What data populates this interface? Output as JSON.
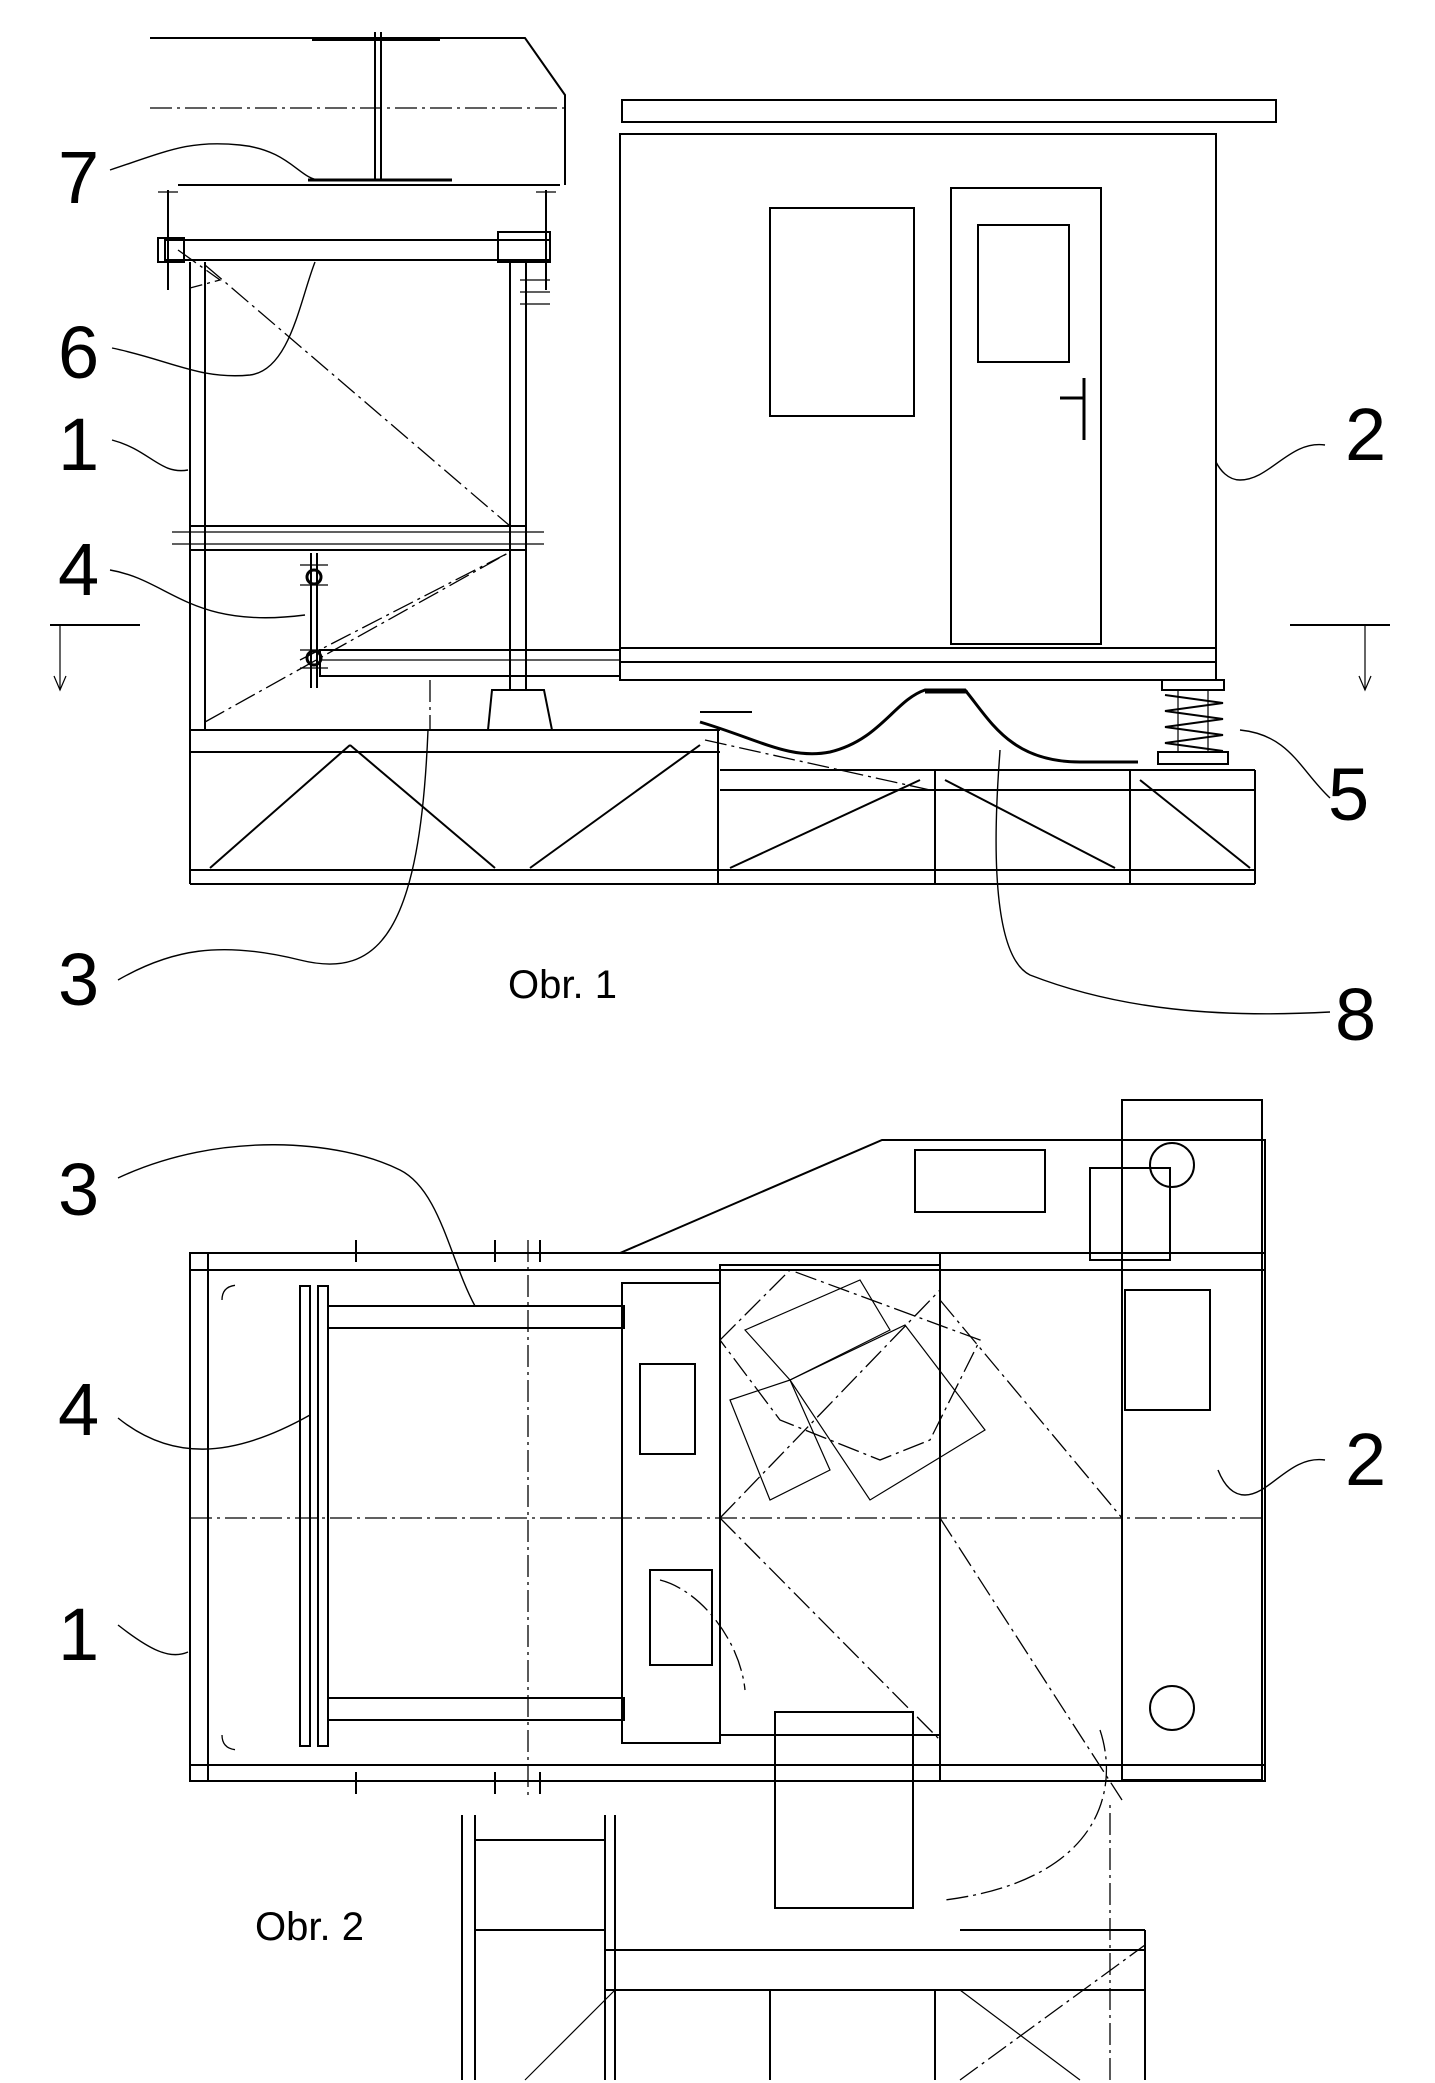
{
  "figures": [
    {
      "caption": "Obr. 1"
    },
    {
      "caption": "Obr. 2"
    }
  ],
  "figure1_labels": [
    "7",
    "6",
    "1",
    "4",
    "2",
    "5",
    "3",
    "8"
  ],
  "figure2_labels": [
    "3",
    "4",
    "2",
    "1"
  ]
}
